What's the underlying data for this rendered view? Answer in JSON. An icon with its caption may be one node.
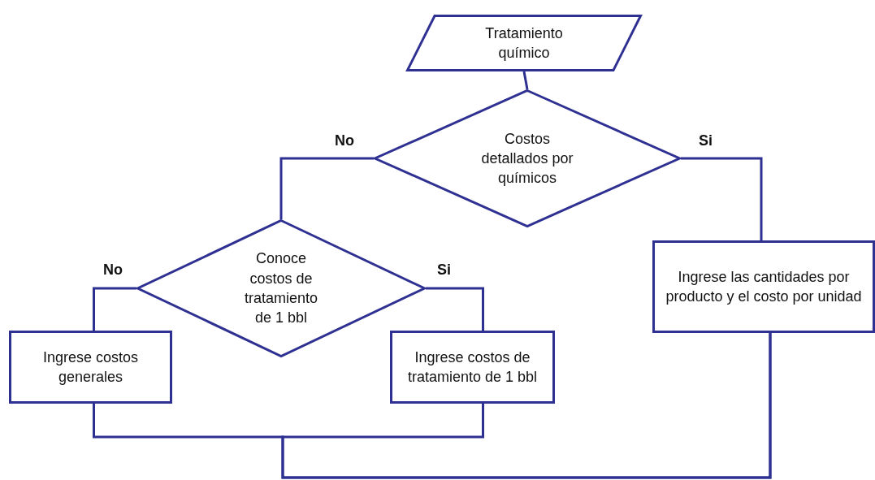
{
  "diagram": {
    "nodes": [
      {
        "text": [
          "Tratamiento químico"
        ]
      },
      {
        "text": [
          "Costos detallados por químicos"
        ]
      },
      {
        "text": [
          "Conoce costos de tratamiento de 1 bbl"
        ]
      },
      {
        "text": [
          "Ingrese las cantidades por producto y el costo por unidad"
        ]
      },
      {
        "text": [
          "Ingrese costos generales"
        ]
      },
      {
        "text": [
          "Ingrese costos de tratamiento de 1 bbl"
        ]
      }
    ],
    "edges": [
      {
        "from": 0,
        "to": 1,
        "arrow": "none"
      },
      {
        "from": 1,
        "to": 2,
        "arrow": "none",
        "label": "No"
      },
      {
        "from": 1,
        "to": 3,
        "arrow": "none",
        "label": "Si"
      },
      {
        "from": 2,
        "to": 4,
        "arrow": "none",
        "label": "No"
      },
      {
        "from": 2,
        "to": 5,
        "arrow": "none",
        "label": "Si"
      },
      {
        "from": 4,
        "to": 3,
        "arrow": "none"
      },
      {
        "from": 5,
        "to": 3,
        "arrow": "none"
      }
    ]
  }
}
